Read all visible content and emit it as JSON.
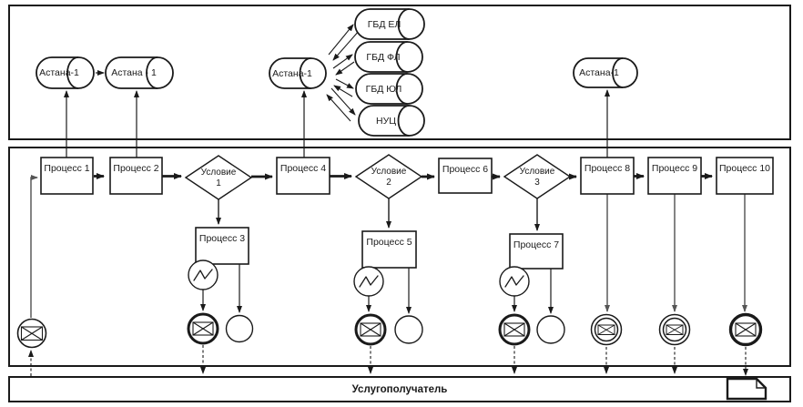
{
  "diagram_kind": "bpmn-service-flowchart",
  "colors": {
    "line": "#1a1a1a",
    "gray_line": "#6e6e6e",
    "background": "#ffffff"
  },
  "top_pool": {
    "datastores": [
      "Астана-1",
      "Астана - 1",
      "Астана-1",
      "ГБД ЕЛ",
      "ГБД ФЛ",
      "ГБД ЮЛ",
      "НУЦ",
      "Астана-1"
    ]
  },
  "main_pool": {
    "processes": [
      "Процесс 1",
      "Процесс 2",
      "Процесс 3",
      "Процесс 4",
      "Процесс 5",
      "Процесс 6",
      "Процесс 7",
      "Процесс 8",
      "Процесс 9",
      "Процесс 10"
    ],
    "conditions": [
      {
        "label": "Условие",
        "number": "1"
      },
      {
        "label": "Условие",
        "number": "2"
      },
      {
        "label": "Условие",
        "number": "3"
      }
    ]
  },
  "recipient_lane": {
    "label": "Услугополучатель"
  },
  "icons": {
    "datastore": "cylinder-datastore-icon",
    "message_event": "envelope-message-icon",
    "boundary_error": "zigzag-error-icon",
    "end_event": "circle-end-icon",
    "document": "document-icon"
  }
}
